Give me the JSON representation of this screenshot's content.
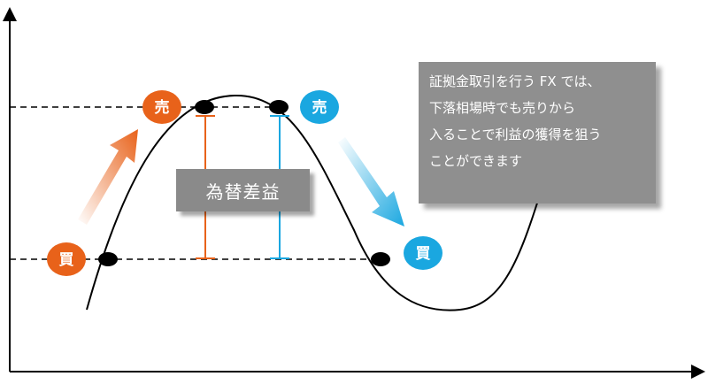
{
  "labels": {
    "buy": "買",
    "sell": "売",
    "profit": "為替差益"
  },
  "note": {
    "lines": [
      "証拠金取引を行う FX では、",
      "下落相場時でも売りから",
      "入ることで利益の獲得を狙う",
      "ことができます"
    ]
  },
  "colors": {
    "orange": "#e8621a",
    "blue": "#1aa7e0",
    "box_gray": "#8a8a8a",
    "curve": "#000000"
  }
}
